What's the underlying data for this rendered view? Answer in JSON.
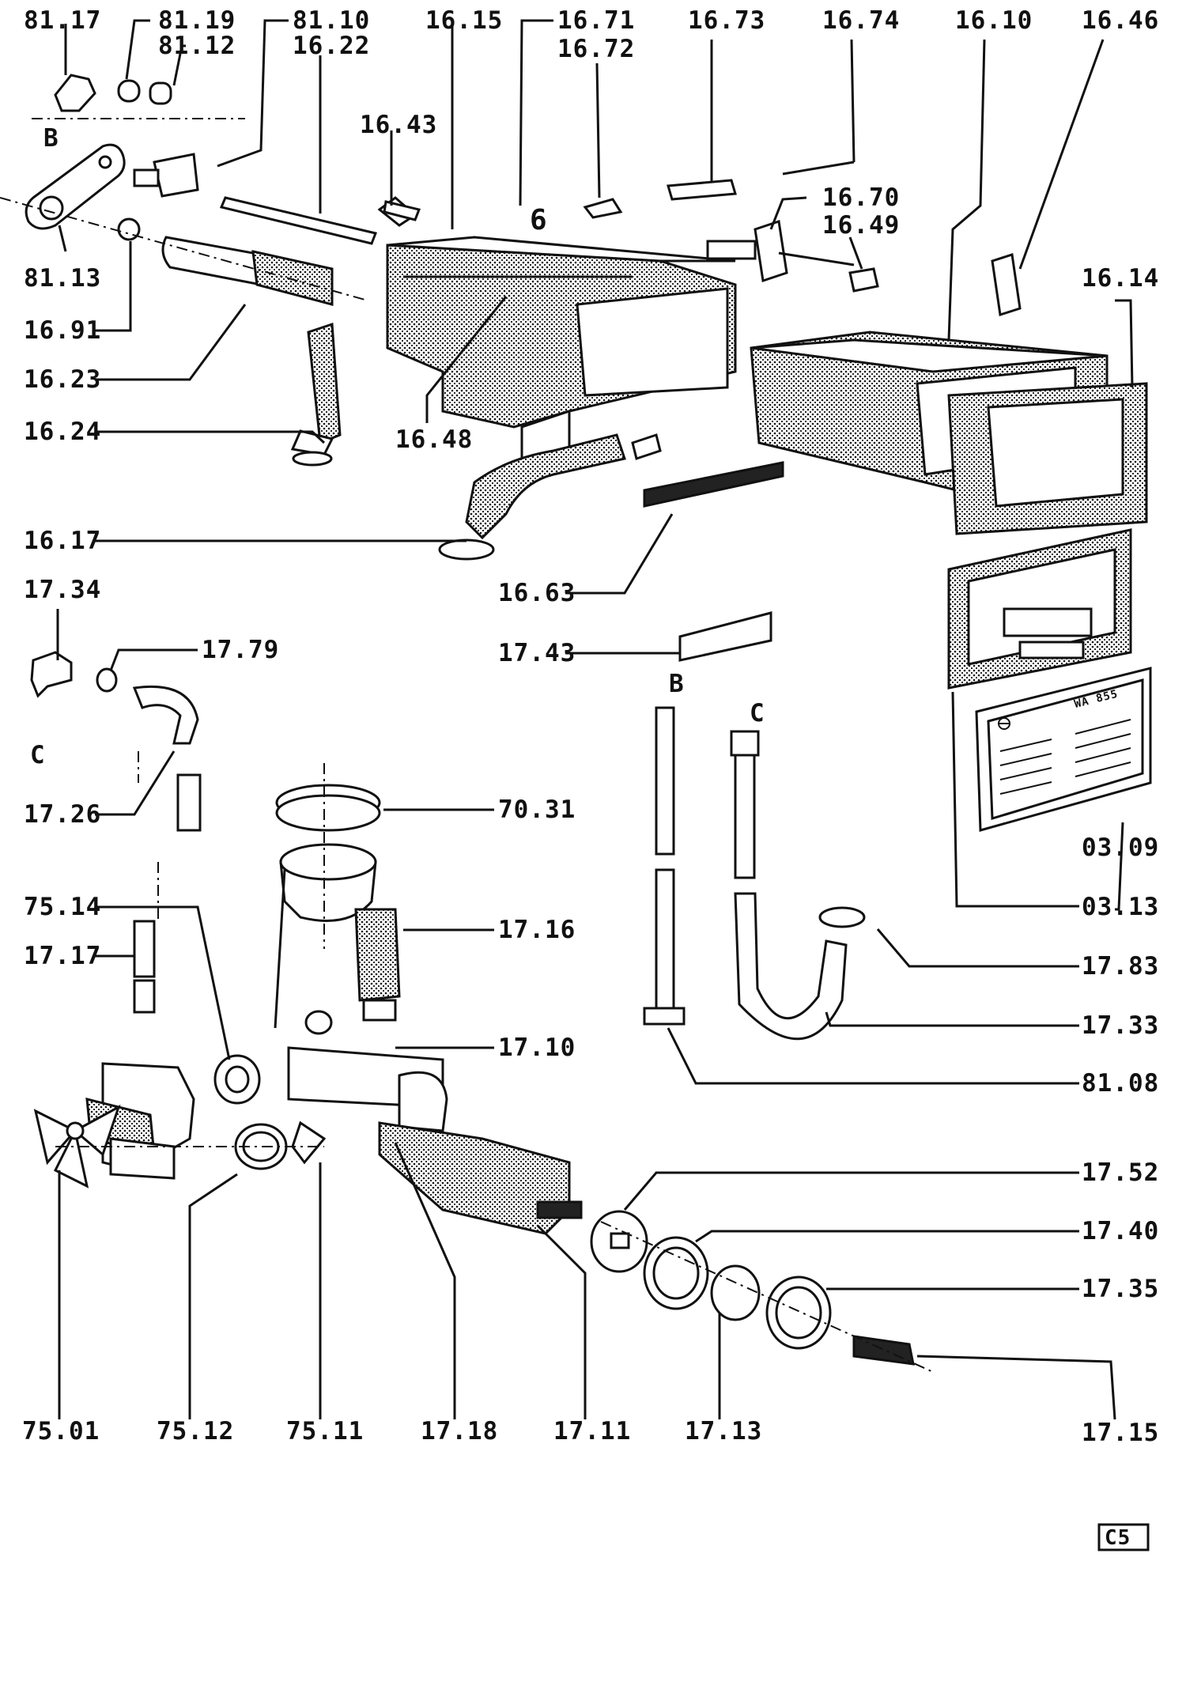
{
  "page_code": "C5",
  "markers": {
    "b": "B",
    "c": "C"
  },
  "nameplate": {
    "model": "WA 855",
    "logo": "nameplate-logo"
  },
  "labels": [
    "81.17",
    "81.19",
    "81.12",
    "81.10",
    "16.22",
    "16.15",
    "16.71",
    "16.72",
    "16.73",
    "16.74",
    "16.10",
    "16.46",
    "16.43",
    "16.70",
    "16.49",
    "16.14",
    "81.13",
    "16.91",
    "16.23",
    "16.24",
    "16.48",
    "16.17",
    "16.63",
    "17.34",
    "17.79",
    "17.43",
    "17.26",
    "70.31",
    "75.14",
    "17.17",
    "17.16",
    "17.10",
    "03.09",
    "03.13",
    "17.83",
    "17.33",
    "81.08",
    "17.52",
    "17.40",
    "17.35",
    "75.01",
    "75.12",
    "75.11",
    "17.18",
    "17.11",
    "17.13",
    "17.15"
  ],
  "sixth_glyph": "6"
}
